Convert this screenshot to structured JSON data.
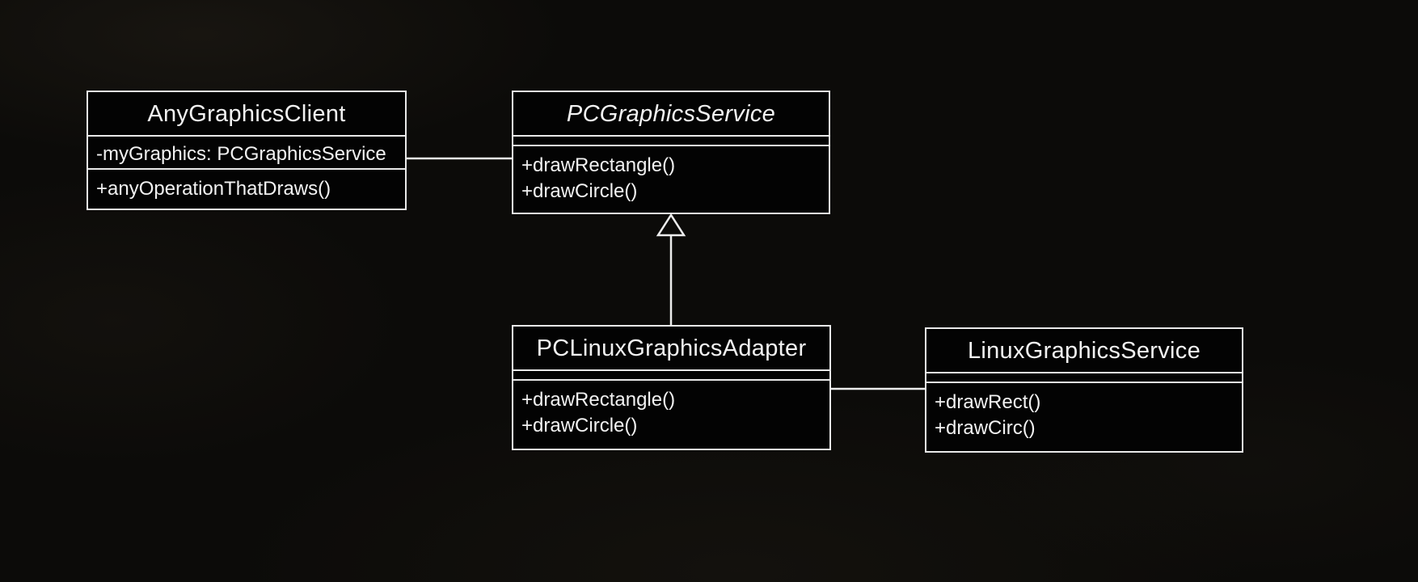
{
  "diagram": {
    "kind": "uml-class-diagram",
    "classes": [
      {
        "name": "AnyGraphicsClient",
        "abstract": false,
        "attributes": [
          "-myGraphics: PCGraphicsService"
        ],
        "methods": [
          "+anyOperationThatDraws()"
        ]
      },
      {
        "name": "PCGraphicsService",
        "abstract": true,
        "attributes": [],
        "methods": [
          "+drawRectangle()",
          "+drawCircle()"
        ]
      },
      {
        "name": "PCLinuxGraphicsAdapter",
        "abstract": false,
        "attributes": [],
        "methods": [
          "+drawRectangle()",
          "+drawCircle()"
        ]
      },
      {
        "name": "LinuxGraphicsService",
        "abstract": false,
        "attributes": [],
        "methods": [
          "+drawRect()",
          "+drawCirc()"
        ]
      }
    ],
    "relationships": [
      {
        "type": "association",
        "from": "AnyGraphicsClient",
        "to": "PCGraphicsService"
      },
      {
        "type": "generalization",
        "from": "PCLinuxGraphicsAdapter",
        "to": "PCGraphicsService"
      },
      {
        "type": "association",
        "from": "PCLinuxGraphicsAdapter",
        "to": "LinuxGraphicsService"
      }
    ],
    "colors": {
      "background": "#0c0b09",
      "box_fill": "#030303",
      "line": "#ededed",
      "text": "#f2f2f2"
    }
  }
}
